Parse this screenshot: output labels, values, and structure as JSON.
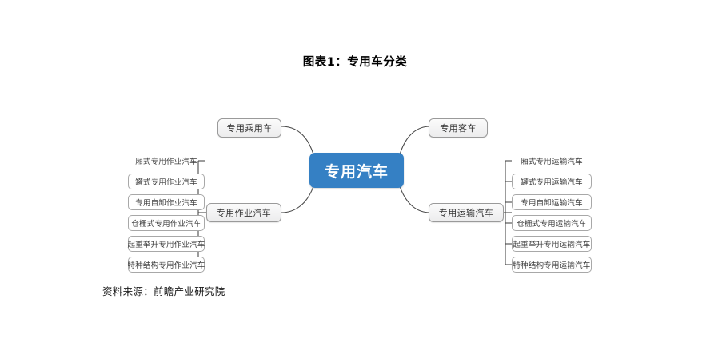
{
  "title": "图表1：专用车分类",
  "source": "资料来源：前瞻产业研究院",
  "colors": {
    "center_fill": "#3580c4",
    "center_text": "#ffffff",
    "branch_fill": "#ececed",
    "branch_border": "#9a9a9a",
    "leaf_border": "#a8a8a8",
    "connector": "#4a4a4a",
    "background": "#ffffff"
  },
  "chart_data": {
    "type": "diagram",
    "diagram_type": "mind-map",
    "title": "图表1：专用车分类",
    "root": "专用汽车",
    "branches": [
      {
        "label": "专用乘用车",
        "position": "top-left",
        "children": []
      },
      {
        "label": "专用客车",
        "position": "top-right",
        "children": []
      },
      {
        "label": "专用作业汽车",
        "position": "bottom-left",
        "children": [
          "厢式专用作业汽车",
          "罐式专用作业汽车",
          "专用自卸作业汽车",
          "仓栅式专用作业汽车",
          "起重举升专用作业汽车",
          "特种结构专用作业汽车"
        ]
      },
      {
        "label": "专用运输汽车",
        "position": "bottom-right",
        "children": [
          "厢式专用运输汽车",
          "罐式专用运输汽车",
          "专用自卸运输汽车",
          "仓栅式专用运输汽车",
          "起重举升专用运输汽车",
          "特种结构专用运输汽车"
        ]
      }
    ]
  },
  "center": {
    "label": "专用汽车"
  },
  "branches": [
    {
      "label": "专用乘用车"
    },
    {
      "label": "专用客车"
    },
    {
      "label": "专用作业汽车"
    },
    {
      "label": "专用运输汽车"
    }
  ],
  "leaves_left": [
    {
      "label": "厢式专用作业汽车"
    },
    {
      "label": "罐式专用作业汽车"
    },
    {
      "label": "专用自卸作业汽车"
    },
    {
      "label": "仓栅式专用作业汽车"
    },
    {
      "label": "起重举升专用作业汽车"
    },
    {
      "label": "特种结构专用作业汽车"
    }
  ],
  "leaves_right": [
    {
      "label": "厢式专用运输汽车"
    },
    {
      "label": "罐式专用运输汽车"
    },
    {
      "label": "专用自卸运输汽车"
    },
    {
      "label": "仓栅式专用运输汽车"
    },
    {
      "label": "起重举升专用运输汽车"
    },
    {
      "label": "特种结构专用运输汽车"
    }
  ]
}
